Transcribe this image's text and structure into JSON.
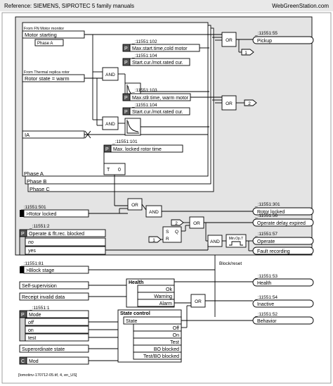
{
  "header": {
    "reference": "Reference: SIEMENS, SIPROTEC 5 family manuals",
    "site": "WebGreenStation.com"
  },
  "footer": "[lomotinv-170712-05.tif, 4, en_US]",
  "inputs": {
    "motor_monitor_caption": "From FN Motor monitor",
    "motor_starting": "Motor starting",
    "phase_a_small": "Phase A",
    "thermal_caption": "From Thermal replica rotor",
    "rotor_state": "Rotor state = warm",
    "ia": "IA"
  },
  "params": {
    "p102_num": "_:11551:102",
    "p102": "Max.start.time,cold motor",
    "p104_num": "_:11551:104",
    "p104": "Start.cur./mot.rated cur.",
    "p103_num": "_:11551:103",
    "p103": "Max.stlr.time, warm motor",
    "p104b_num": "_:11551:104",
    "p104b": "Start.cur./mot.rated cur.",
    "p101_num": "_:11551:101",
    "p101": "Max. locked rotor time",
    "p_letter": "P",
    "c_letter": "C"
  },
  "timer": {
    "t": "T",
    "zero": "0"
  },
  "phases": [
    "Phase A",
    "Phase B",
    "Phase C"
  ],
  "gates": {
    "or": "OR",
    "and": "AND",
    "s": "S",
    "q": "Q",
    "r": "R",
    "minop": "Min.Op.T"
  },
  "connectors": {
    "c1": "1",
    "c2": "2"
  },
  "outputs": {
    "pickup_num": "_:11551:55",
    "pickup": "Pickup",
    "rotor_locked_num": "_:11551:301",
    "rotor_locked": "Rotor locked",
    "op_delay_num": "_:11551:56",
    "op_delay": "Operate delay expired",
    "operate_num": "_:11551:57",
    "operate": "Operate",
    "fault_rec": "Fault recording",
    "block_reset": "Block/reset",
    "health_num": "_:11551:53",
    "health": "Health",
    "inactive_num": "_:11551:54",
    "inactive": "Inactive",
    "behavior_num": "_:11551:52",
    "behavior": "Behavior"
  },
  "lower_left": {
    "rotor_locked_in_num": "_:11551:501",
    "rotor_locked_in": ">Rotor locked",
    "operate_flt_num": "_:11551:2",
    "operate_flt": "Operate & flt.rec. blocked",
    "opt_no": "no",
    "opt_yes": "yes",
    "block_stage_num": "_:11551:81",
    "block_stage": ">Block stage",
    "self_supervision": "Self-supervision",
    "receipt_invalid": "Receipt invalid data",
    "mode_num": "_:11551:1",
    "mode": "Mode",
    "mode_off": "off",
    "mode_on": "on",
    "mode_test": "test",
    "superordinate": "Superordinate state",
    "mod": "Mod"
  },
  "health_box": {
    "title": "Health",
    "ok": "Ok",
    "warning": "Warning",
    "alarm": "Alarm"
  },
  "state_box": {
    "title": "State control",
    "state": "State",
    "off": "Off",
    "on": "On",
    "test": "Test",
    "bo_blocked": "BO blocked",
    "test_bo_blocked": "Test/BO blocked"
  }
}
